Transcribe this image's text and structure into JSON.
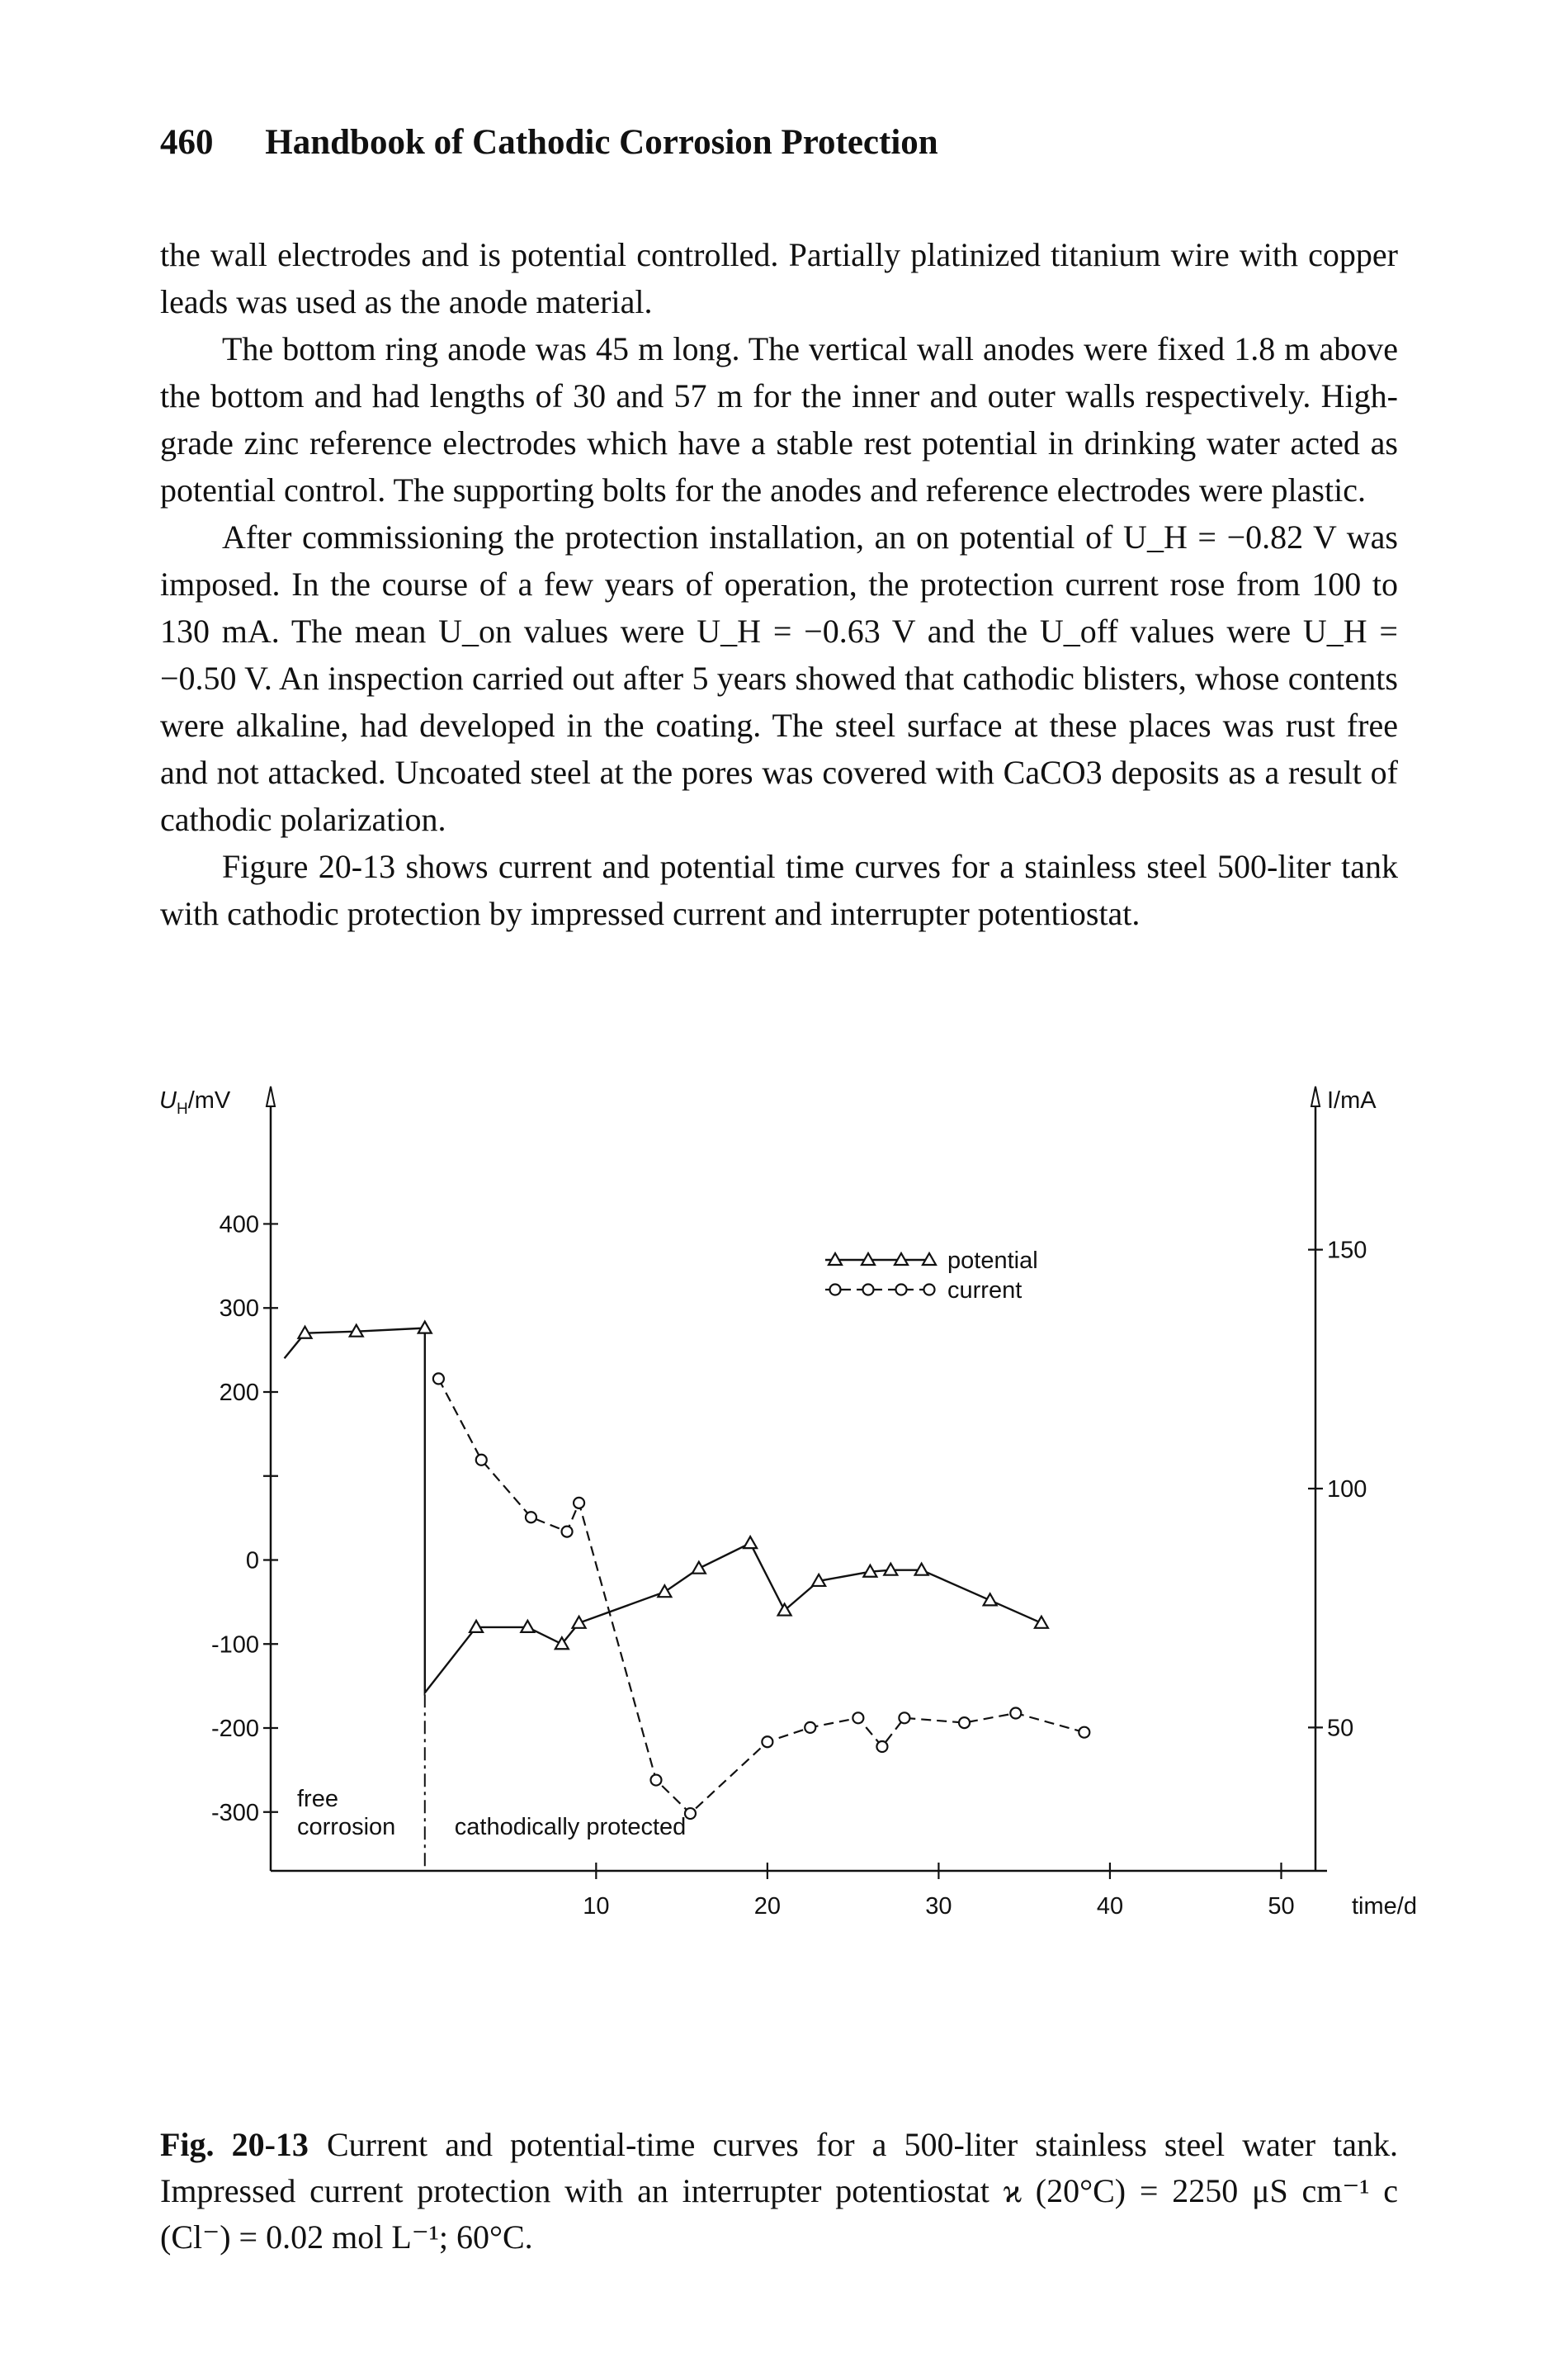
{
  "header": {
    "page_number": "460",
    "book_title": "Handbook of Cathodic Corrosion Protection"
  },
  "body": {
    "p1": "the wall electrodes and is potential controlled. Partially platinized titanium wire with copper leads was used as the anode material.",
    "p2": "The bottom ring anode was 45 m long. The vertical wall anodes were fixed 1.8 m above the bottom and had lengths of 30 and 57 m for the inner and outer walls respectively. High-grade zinc reference electrodes which have a stable rest potential in drinking water acted as potential control. The supporting bolts for the anodes and reference electrodes were plastic.",
    "p3": "After commissioning the protection installation, an on potential of U_H = −0.82 V was imposed. In the course of a few years of operation, the protection current rose from 100 to 130 mA. The mean U_on values were U_H = −0.63 V and the U_off values were U_H = −0.50 V. An inspection carried out after 5 years showed that cathodic blisters, whose contents were alkaline, had developed in the coating. The steel surface at these places was rust free and not attacked. Uncoated steel at the pores was covered with CaCO3 deposits as a result of cathodic polarization.",
    "p4": "Figure 20-13 shows current and potential time curves for a stainless steel 500-liter tank with cathodic protection by impressed current and interrupter potentiostat."
  },
  "caption": {
    "label": "Fig. 20-13",
    "text": "Current and potential-time curves for a 500-liter stainless steel water tank. Impressed current protection with an interrupter potentiostat ϰ (20°C) = 2250 μS cm⁻¹ c (Cl⁻) = 0.02 mol L⁻¹; 60°C."
  },
  "chart_data": {
    "type": "line",
    "x_axis": {
      "label": "time/d",
      "ticks": [
        "10",
        "20",
        "30",
        "40",
        "50"
      ],
      "range": [
        -9,
        52
      ]
    },
    "y_axis_left": {
      "label": "U_H/mV",
      "ticks": [
        "400",
        "300",
        "200",
        "",
        "0",
        "-100",
        "-200",
        "-300"
      ],
      "tick_values": [
        400,
        300,
        200,
        100,
        0,
        -100,
        -200,
        -300
      ],
      "range": [
        -370,
        540
      ]
    },
    "y_axis_right": {
      "label": "I/mA",
      "ticks": [
        "150",
        "100",
        "50"
      ],
      "tick_values": [
        150,
        100,
        50
      ],
      "range": [
        20,
        180
      ]
    },
    "legend": {
      "position": "upper-center",
      "entries": [
        {
          "marker": "triangle",
          "label": "potential"
        },
        {
          "marker": "circle",
          "label": "current"
        }
      ]
    },
    "regions": [
      {
        "label": "free corrosion"
      },
      {
        "label": "cathodically protected"
      }
    ],
    "series": [
      {
        "name": "potential",
        "marker": "triangle",
        "axis": "left",
        "style": "solid",
        "points": [
          {
            "x": -8.2,
            "y": 240
          },
          {
            "x": -7,
            "y": 270
          },
          {
            "x": -4,
            "y": 272
          },
          {
            "x": 0,
            "y": 276
          },
          {
            "x": 0,
            "y": -158
          },
          {
            "x": 3,
            "y": -80
          },
          {
            "x": 6,
            "y": -80
          },
          {
            "x": 8,
            "y": -100
          },
          {
            "x": 9,
            "y": -75
          },
          {
            "x": 14,
            "y": -38
          },
          {
            "x": 16,
            "y": -10
          },
          {
            "x": 19,
            "y": 20
          },
          {
            "x": 21,
            "y": -60
          },
          {
            "x": 23,
            "y": -25
          },
          {
            "x": 26,
            "y": -14
          },
          {
            "x": 27.2,
            "y": -12
          },
          {
            "x": 29,
            "y": -12
          },
          {
            "x": 33,
            "y": -48
          },
          {
            "x": 36,
            "y": -75
          }
        ]
      },
      {
        "name": "current",
        "marker": "circle",
        "axis": "right",
        "style": "dashed",
        "points": [
          {
            "x": 0.8,
            "y": 123
          },
          {
            "x": 3.3,
            "y": 106
          },
          {
            "x": 6.2,
            "y": 94
          },
          {
            "x": 8.3,
            "y": 91
          },
          {
            "x": 9,
            "y": 97
          },
          {
            "x": 13.5,
            "y": 39
          },
          {
            "x": 15.5,
            "y": 32
          },
          {
            "x": 20,
            "y": 47
          },
          {
            "x": 22.5,
            "y": 50
          },
          {
            "x": 25.3,
            "y": 52
          },
          {
            "x": 26.7,
            "y": 46
          },
          {
            "x": 28,
            "y": 52
          },
          {
            "x": 31.5,
            "y": 51
          },
          {
            "x": 34.5,
            "y": 53
          },
          {
            "x": 38.5,
            "y": 49
          }
        ]
      }
    ],
    "colors": {
      "ink": "#111111",
      "background": "#ffffff"
    }
  }
}
